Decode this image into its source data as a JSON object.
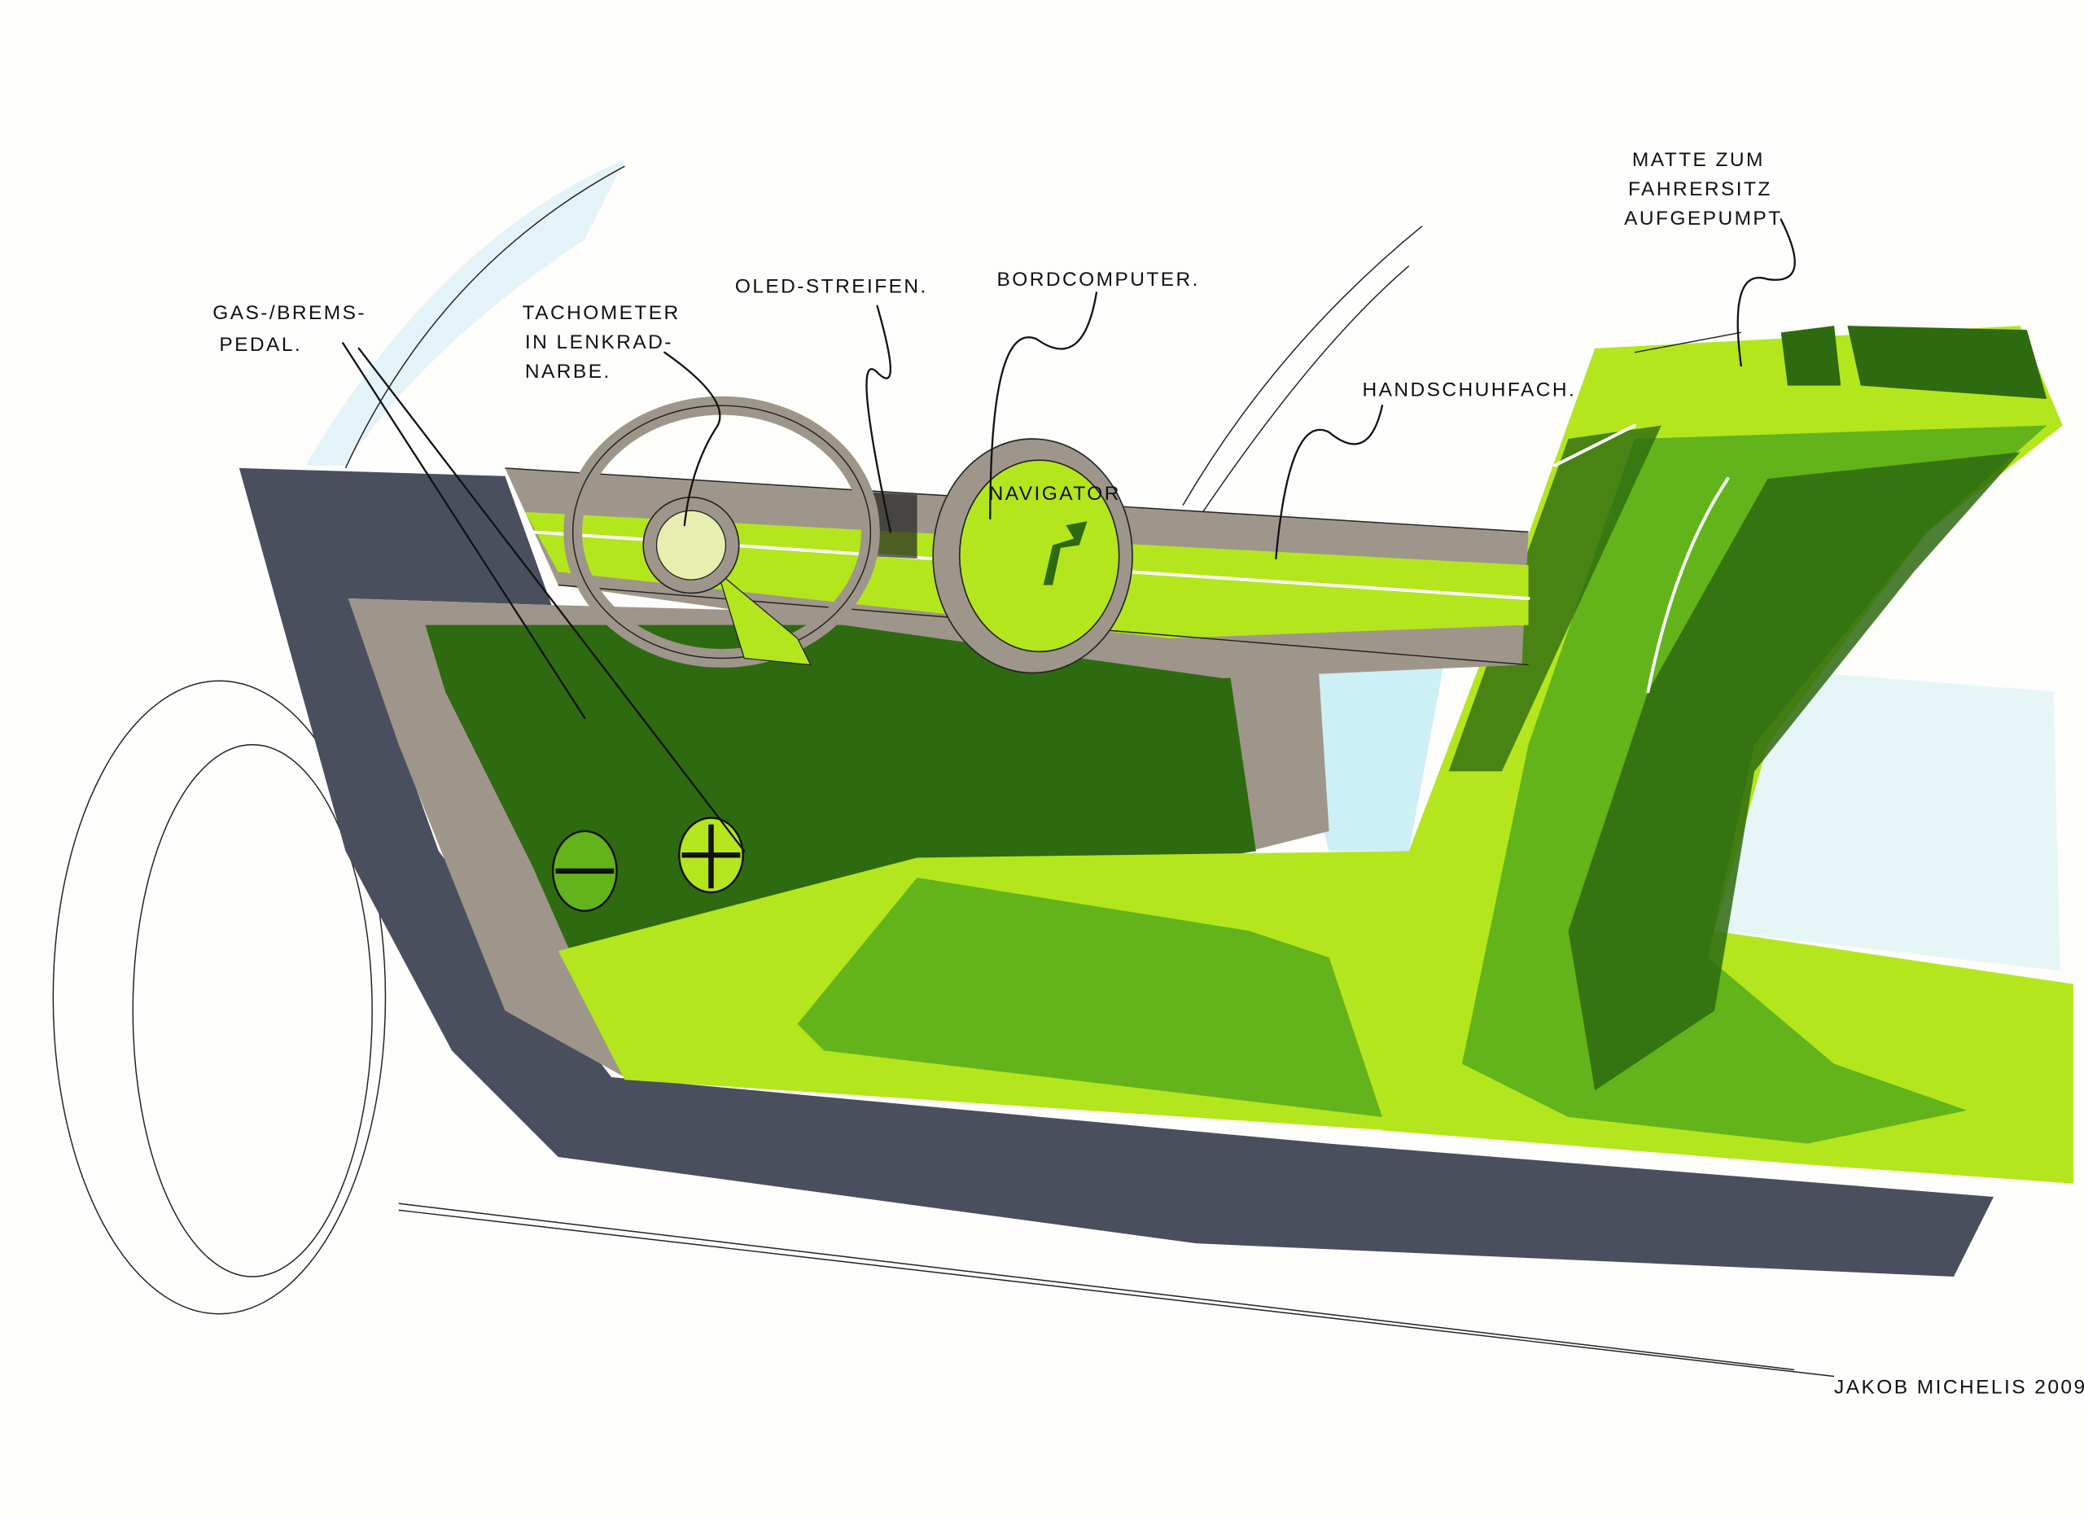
{
  "title": "Fahrzeuginnenraum Konzeptskizze",
  "annotations": {
    "pedal": [
      "GAS-/BREMS-",
      "PEDAL."
    ],
    "tachometer": [
      "TACHOMETER",
      "IN LENKRAD-",
      "NARBE."
    ],
    "oled": "OLED-STREIFEN.",
    "bordcomputer": "BORDCOMPUTER.",
    "handschuhfach": "HANDSCHUHFACH.",
    "matte": [
      "MATTE ZUM",
      "FAHRERSITZ",
      "AUFGEPUMPT."
    ]
  },
  "navigator_label": "NAVIGATOR",
  "signature": "JAKOB MICHELIS 2009",
  "colors": {
    "lime": "#b4e61e",
    "green": "#62b41a",
    "dark_green": "#2e6a10",
    "slate": "#4a4f5e",
    "tan": "#9e968a",
    "sky": "#d8f0f6"
  }
}
